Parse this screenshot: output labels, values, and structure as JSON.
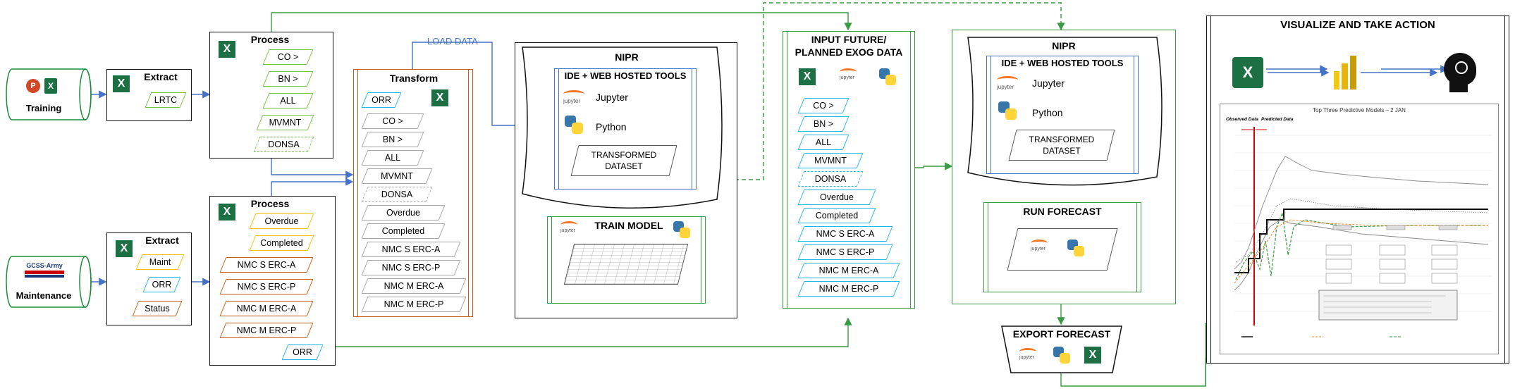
{
  "training": {
    "label": "Training"
  },
  "maintenance": {
    "label": "Maintenance",
    "logo_text": "GCSS-Army"
  },
  "extract_top": {
    "title": "Extract",
    "items": [
      "LRTC"
    ]
  },
  "process_top": {
    "title": "Process",
    "items": [
      "CO >",
      "BN >",
      "ALL",
      "MVMNT",
      "DONSA"
    ]
  },
  "extract_bottom": {
    "title": "Extract",
    "items": [
      "Maint",
      "ORR",
      "Status"
    ]
  },
  "process_bottom": {
    "title": "Process",
    "items": [
      "Overdue",
      "Completed",
      "NMC S ERC-A",
      "NMC S ERC-P",
      "NMC M ERC-A",
      "NMC M ERC-P",
      "ORR"
    ]
  },
  "load_data": "LOAD DATA",
  "transform": {
    "title": "Transform",
    "items": [
      "ORR",
      "CO >",
      "BN >",
      "ALL",
      "MVMNT",
      "DONSA",
      "Overdue",
      "Completed",
      "NMC S ERC-A",
      "NMC S ERC-P",
      "NMC M ERC-A",
      "NMC M ERC-P"
    ]
  },
  "nipr1": {
    "title": "NIPR",
    "ide_title": "IDE + WEB HOSTED TOOLS",
    "tools": [
      "Jupyter",
      "Python"
    ],
    "dataset": [
      "TRANSFORMED",
      "DATASET"
    ],
    "train": "TRAIN MODEL"
  },
  "input": {
    "title_line1": "INPUT FUTURE/",
    "title_line2": "PLANNED EXOG DATA",
    "items": [
      "CO >",
      "BN >",
      "ALL",
      "MVMNT",
      "DONSA",
      "Overdue",
      "Completed",
      "NMC S ERC-A",
      "NMC S ERC-P",
      "NMC M ERC-A",
      "NMC M ERC-P"
    ]
  },
  "nipr2": {
    "title": "NIPR",
    "ide_title": "IDE + WEB HOSTED TOOLS",
    "tools": [
      "Jupyter",
      "Python"
    ],
    "dataset": [
      "TRANSFORMED",
      "DATASET"
    ],
    "run": "RUN FORECAST"
  },
  "export": {
    "title": "EXPORT FORECAST"
  },
  "visualize": {
    "title": "VISUALIZE AND TAKE ACTION",
    "chart_title": "Top Three Predictive Models – 2 JAN",
    "observed": "Observed Data",
    "predicted": "Predicted Data"
  },
  "jupyter_icon_text": "jupyter",
  "colors": {
    "green": "#7ac143",
    "dark_green": "#1a8c3c",
    "blue": "#4472c4",
    "orange": "#c55a11",
    "yellow": "#f2c200",
    "cyan": "#22b5e8",
    "gray": "#a6a6a6",
    "excel": "#1d7044"
  }
}
